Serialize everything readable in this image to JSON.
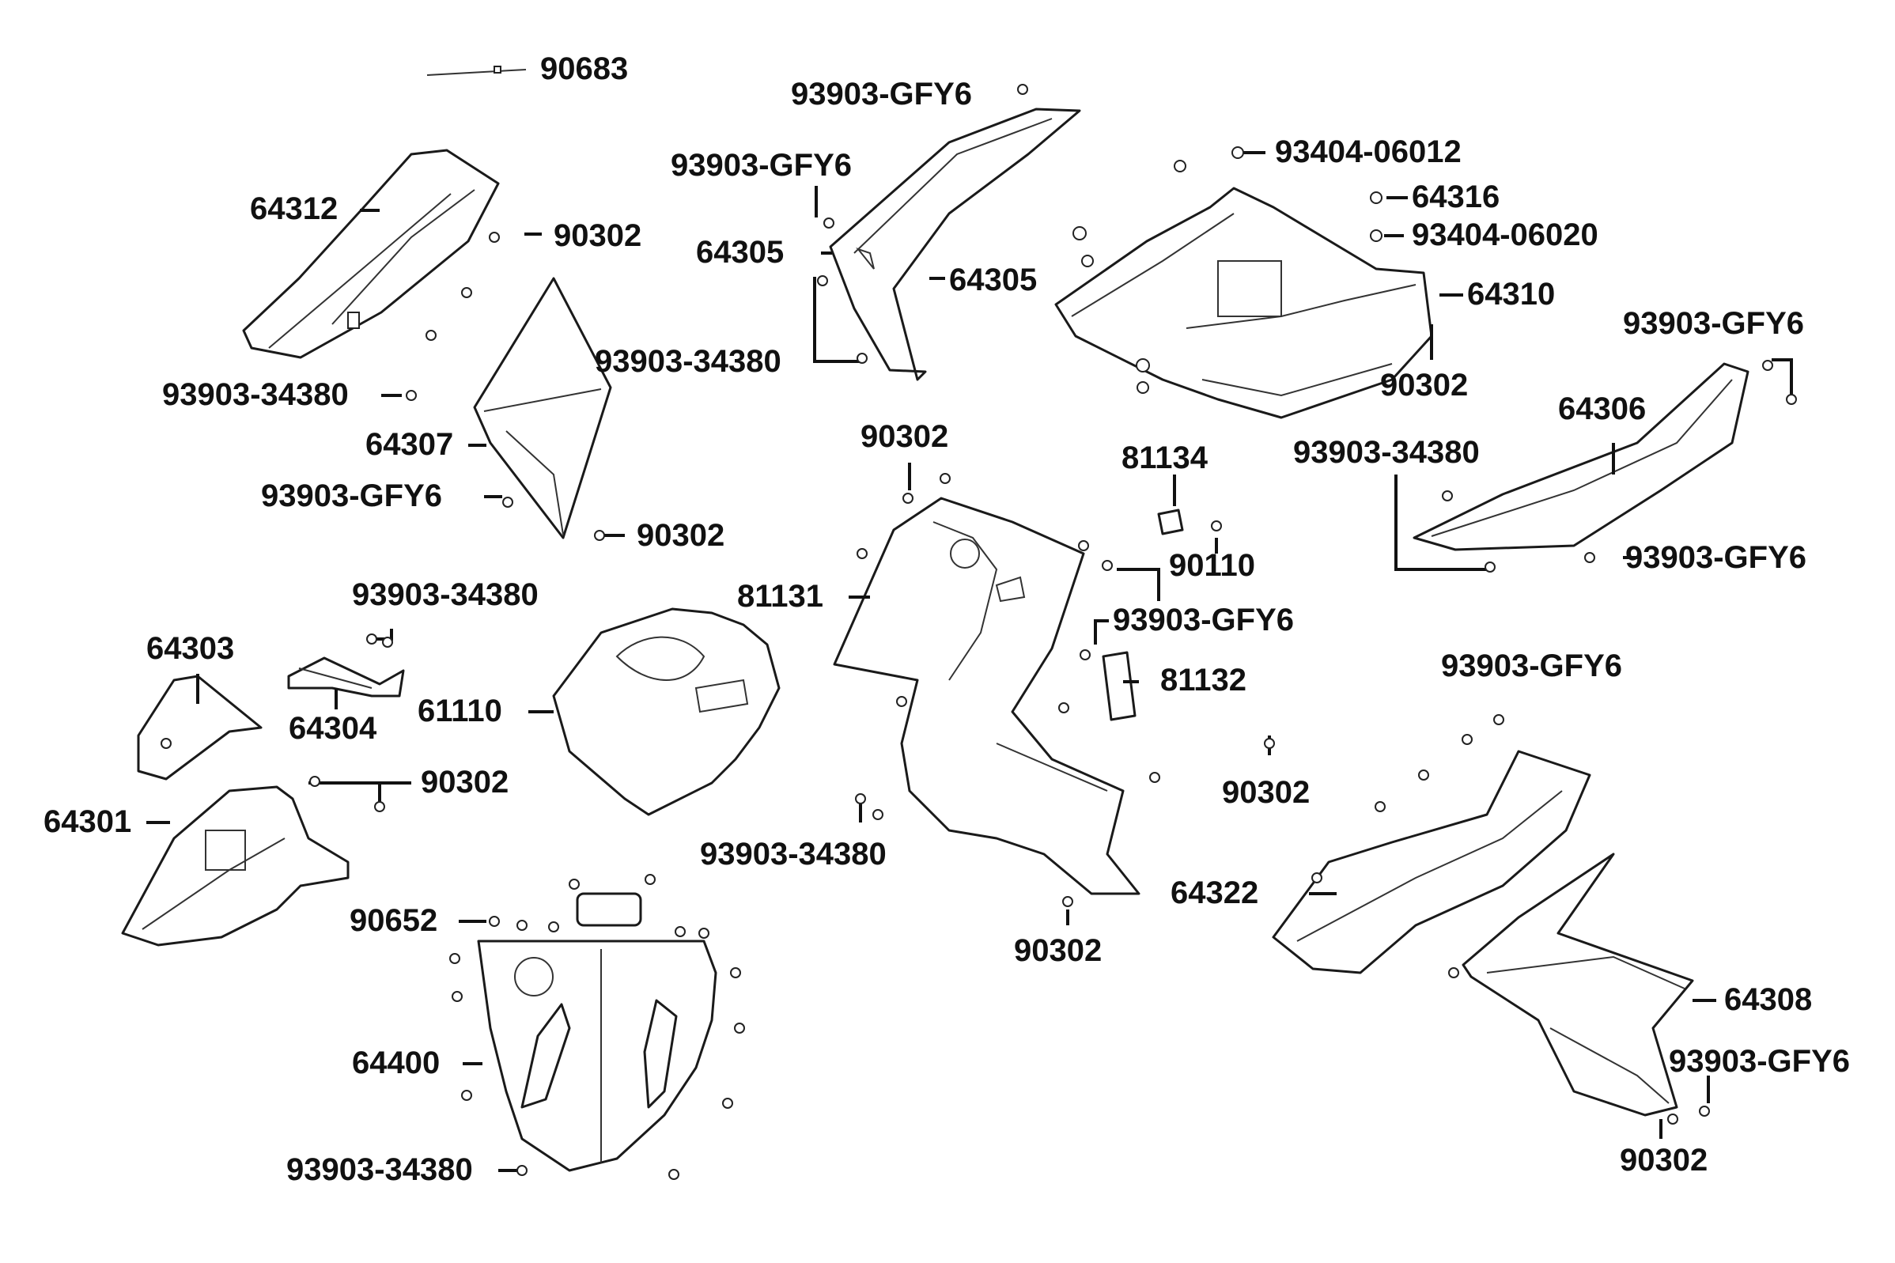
{
  "labels": {
    "p90683": "90683",
    "p93903gfy6_a": "93903-GFY6",
    "p93903gfy6_b": "93903-GFY6",
    "p64312": "64312",
    "p90302_a": "90302",
    "p64305_a": "64305",
    "p64305_b": "64305",
    "p93404_06012": "93404-06012",
    "p64316": "64316",
    "p93404_06020": "93404-06020",
    "p64310": "64310",
    "p93903gfy6_c": "93903-GFY6",
    "p93903_34380_a": "93903-34380",
    "p90302_b": "90302",
    "p93903_34380_b": "93903-34380",
    "p64306": "64306",
    "p64307": "64307",
    "p90302_c": "90302",
    "p81134": "81134",
    "p93903_34380_c": "93903-34380",
    "p93903gfy6_d": "93903-GFY6",
    "p90302_d": "90302",
    "p90110": "90110",
    "p93903gfy6_e": "93903-GFY6",
    "p93903_34380_d": "93903-34380",
    "p81131": "81131",
    "p93903gfy6_f": "93903-GFY6",
    "p64303": "64303",
    "p81132": "81132",
    "p93903gfy6_g": "93903-GFY6",
    "p61110": "61110",
    "p64304": "64304",
    "p90302_e": "90302",
    "p90302_f": "90302",
    "p64301": "64301",
    "p93903_34380_e": "93903-34380",
    "p64322": "64322",
    "p90652": "90652",
    "p90302_g": "90302",
    "p64308": "64308",
    "p64400": "64400",
    "p93903gfy6_h": "93903-GFY6",
    "p90302_h": "90302",
    "p93903_34380_f": "93903-34380"
  }
}
